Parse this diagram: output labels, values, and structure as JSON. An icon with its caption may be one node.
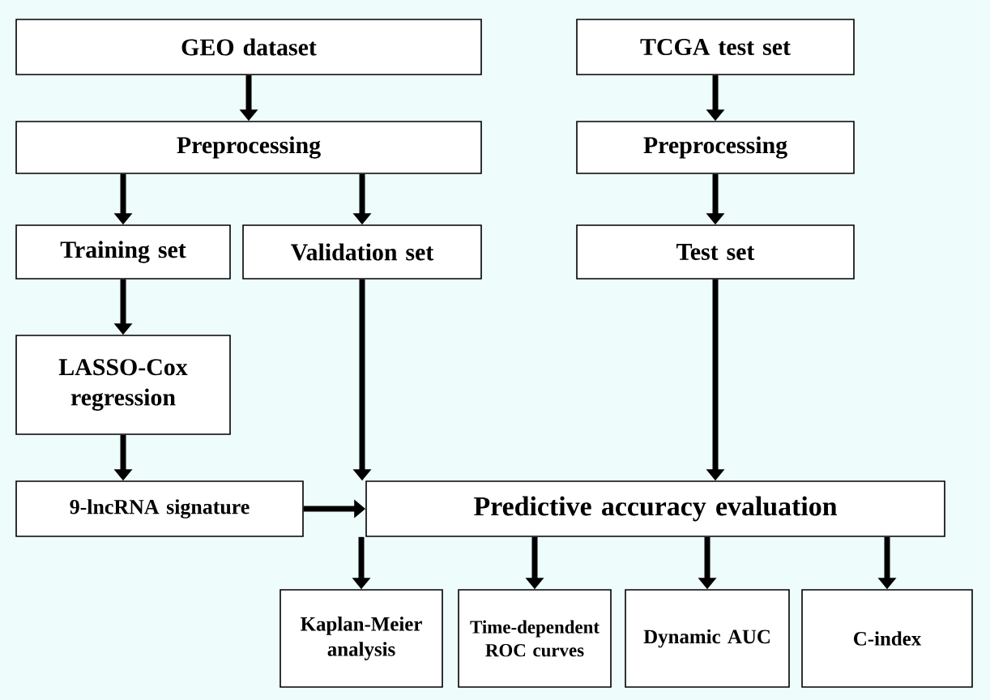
{
  "diagram": {
    "nodes": [
      {
        "text": [
          "GEO  dataset"
        ]
      },
      {
        "text": [
          "TCGA test set"
        ]
      },
      {
        "text": [
          "Preprocessing"
        ]
      },
      {
        "text": [
          "Preprocessing"
        ]
      },
      {
        "text": [
          "Training set"
        ]
      },
      {
        "text": [
          "Validation set"
        ]
      },
      {
        "text": [
          "Test set"
        ]
      },
      {
        "text": [
          "LASSO-Cox regression"
        ]
      },
      {
        "text": [
          "9-lncRNA signature"
        ]
      },
      {
        "text": [
          "Predictive accuracy evaluation"
        ]
      },
      {
        "text": [
          "Kaplan-Meier analysis"
        ]
      },
      {
        "text": [
          "Time-dependent ROC curves"
        ]
      },
      {
        "text": [
          "Dynamic AUC"
        ]
      },
      {
        "text": [
          "C-index"
        ]
      }
    ],
    "edges": [
      {
        "from": 0,
        "to": 2,
        "arrow": "to"
      },
      {
        "from": 1,
        "to": 3,
        "arrow": "to"
      },
      {
        "from": 2,
        "to": 4,
        "arrow": "to"
      },
      {
        "from": 2,
        "to": 5,
        "arrow": "to"
      },
      {
        "from": 3,
        "to": 6,
        "arrow": "to"
      },
      {
        "from": 4,
        "to": 7,
        "arrow": "to"
      },
      {
        "from": 7,
        "to": 8,
        "arrow": "to"
      },
      {
        "from": 8,
        "to": 9,
        "arrow": "to"
      },
      {
        "from": 5,
        "to": 9,
        "arrow": "to"
      },
      {
        "from": 6,
        "to": 9,
        "arrow": "to"
      },
      {
        "from": 9,
        "to": 10,
        "arrow": "to"
      },
      {
        "from": 9,
        "to": 11,
        "arrow": "to"
      },
      {
        "from": 9,
        "to": 12,
        "arrow": "to"
      },
      {
        "from": 9,
        "to": 13,
        "arrow": "to"
      }
    ]
  }
}
